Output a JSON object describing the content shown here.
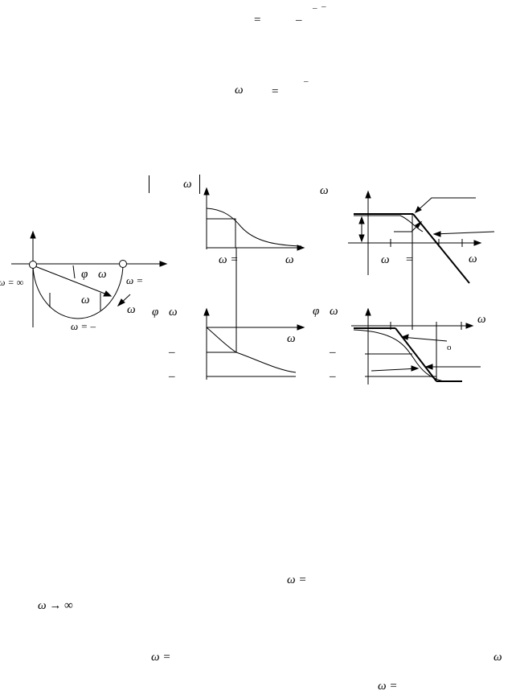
{
  "formula_top": {
    "minus_a": "–",
    "minus_b": "–",
    "eq": "=",
    "minus_c": "–"
  },
  "formula_mid": {
    "minus": "–",
    "omega": "ω",
    "eq": "="
  },
  "polar_plot": {
    "omega_inf": "ω = ∞",
    "phi": "φ",
    "omega_a": "ω",
    "omega_eq": "ω =",
    "omega_b": "ω",
    "omega_c": "ω",
    "omega_minus": "ω = –"
  },
  "amplitude_plot": {
    "abs_omega": "ω",
    "omega_eq": "ω =",
    "omega_axis": "ω"
  },
  "phase_plot": {
    "phi": "φ",
    "omega": "ω",
    "omega_axis": "ω",
    "minus_1": "–",
    "minus_2": "–"
  },
  "log_amp_plot": {
    "omega_label": "ω",
    "omega_a": "ω",
    "eq": "=",
    "omega_axis": "ω"
  },
  "log_phase_plot": {
    "phi": "φ",
    "omega": "ω",
    "omega_axis": "ω",
    "degree": "o",
    "minus_1": "–",
    "minus_2": "–"
  },
  "bottom_text": {
    "omega_eq_1": "ω =",
    "omega_to_inf": "ω → ∞",
    "omega_eq_2": "ω =",
    "omega_right": "ω",
    "omega_eq_3": "ω ="
  }
}
